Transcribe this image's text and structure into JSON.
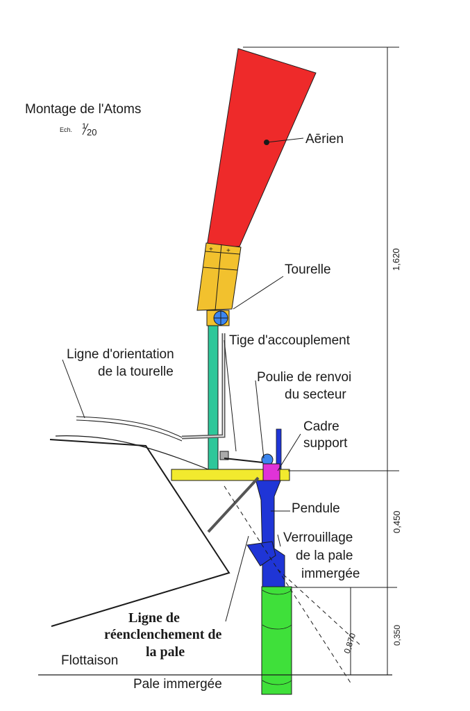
{
  "title": "Montage de l'Atoms",
  "scale": {
    "prefix": "Ech.",
    "numerator": "1",
    "denominator": "20"
  },
  "labels": {
    "aerien": "Aērien",
    "tourelle": "Tourelle",
    "tige": "Tige d'accouplement",
    "ligne_orient_1": "Ligne d'orientation",
    "ligne_orient_2": "de la tourelle",
    "poulie_1": "Poulie de renvoi",
    "poulie_2": "du secteur",
    "cadre_1": "Cadre",
    "cadre_2": "support",
    "pendule": "Pendule",
    "verrou_1": "Verrouillage",
    "verrou_2": "de la pale",
    "verrou_3": "immergée",
    "reencl_1": "Ligne de",
    "reencl_2": "réenclenchement de",
    "reencl_3": "la pale",
    "flottaison": "Flottaison",
    "pale_immergee": "Pale immergée"
  },
  "dimensions": {
    "d1": "1,620",
    "d2": "0,450",
    "d3": "0,350",
    "d4": "0,870"
  },
  "colors": {
    "aerien": "#ee2a2a",
    "tourelle": "#f2c12e",
    "mast": "#2ec79a",
    "platform": "#f2ea2e",
    "pendule": "#1f35d6",
    "cadre": "#e033d8",
    "pale": "#3fe03a",
    "hub": "#3c86f0"
  }
}
